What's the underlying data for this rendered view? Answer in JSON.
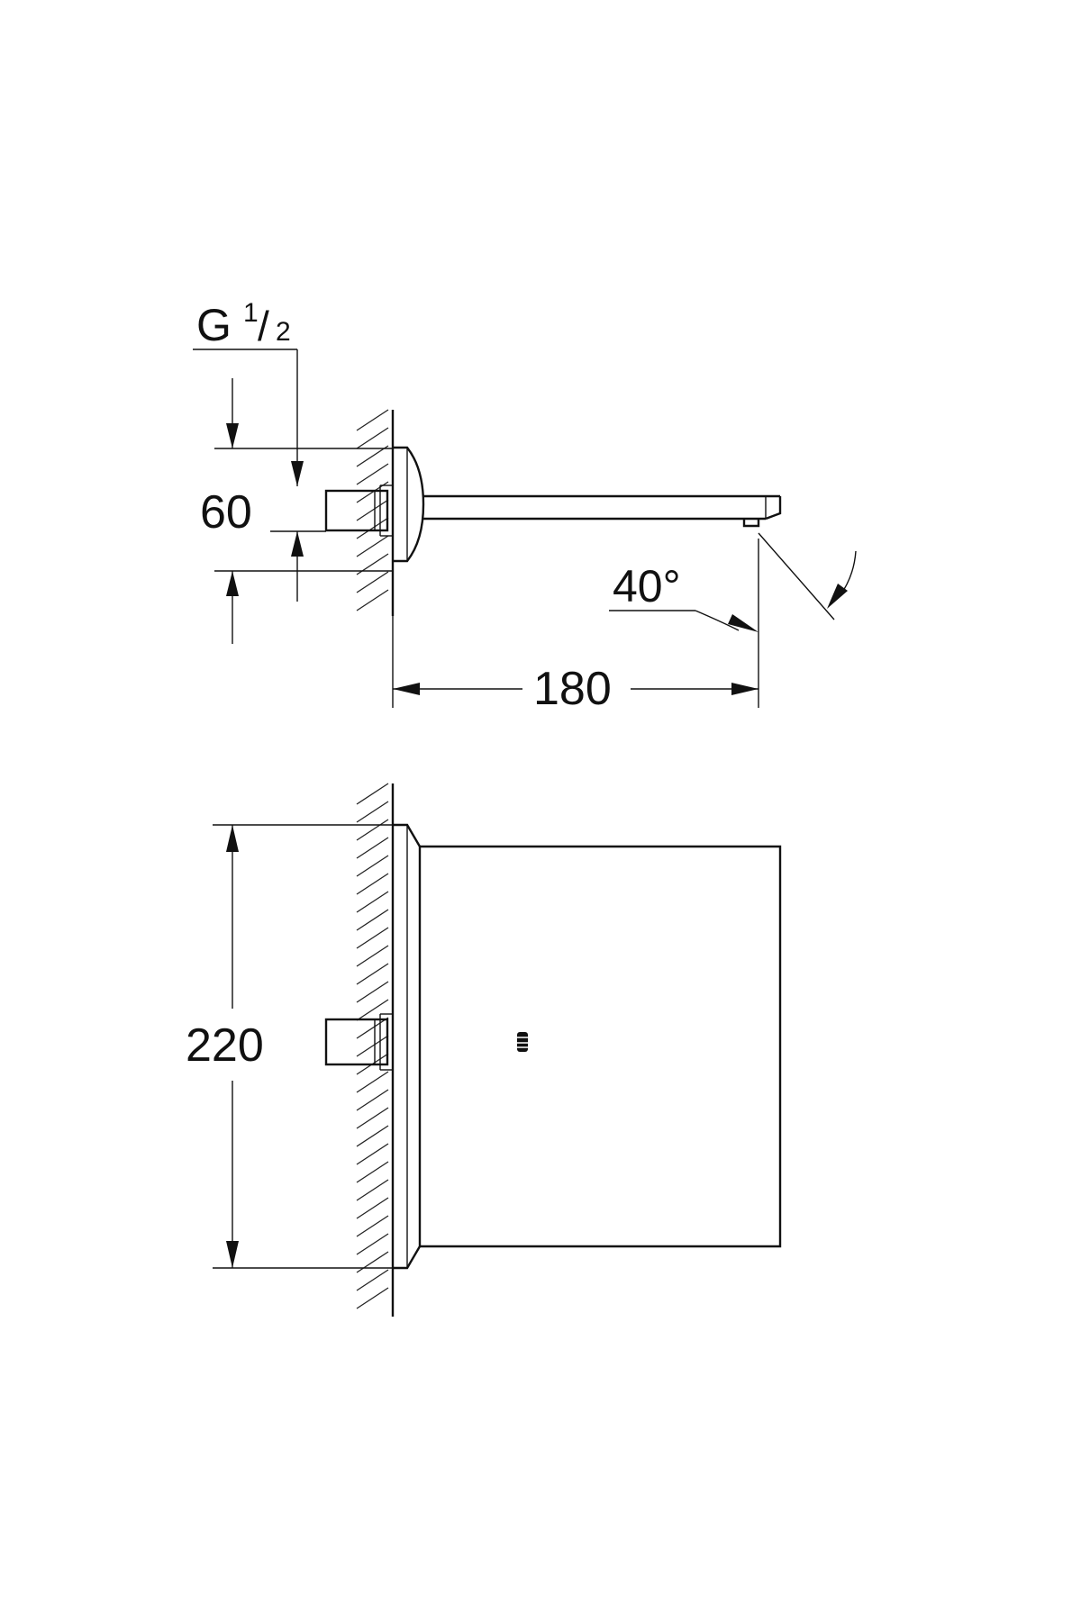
{
  "drawing": {
    "thread_label": {
      "letter": "G",
      "num": "1",
      "den": "2"
    },
    "dimensions": {
      "height_side": "60",
      "spout_length": "180",
      "spray_angle": "40°",
      "plate_height": "220"
    }
  }
}
